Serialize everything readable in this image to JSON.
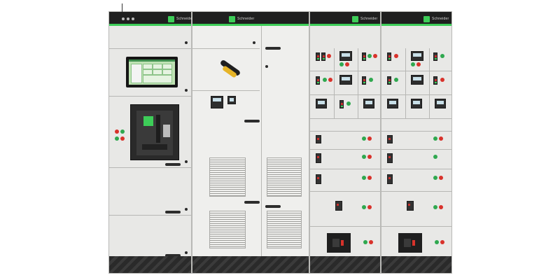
{
  "brand": {
    "name": "Schneider",
    "accent_color": "#3dcd58"
  },
  "scene": {
    "background_color": "#ffffff",
    "cabinet_color": "#e8e8e6",
    "top_band_color": "#1f1f1f",
    "base_color": "#2a2a2a",
    "indicator_colors": {
      "on": "#2fa84f",
      "off": "#d8322b",
      "alarm": "#e6b428"
    }
  },
  "icons": {
    "brand_logo": "schneider-logo-icon",
    "door_lock": "door-lock-icon",
    "rotary_handle": "rotary-handle-icon",
    "ventilation": "louver-grille-icon",
    "indicator": "indicator-lamp-icon"
  },
  "sections": [
    {
      "id": "incomer",
      "contents": [
        "hmi-touchscreen",
        "air-circuit-breaker"
      ]
    },
    {
      "id": "power",
      "contents": [
        "rotary-isolator",
        "power-meter",
        "ventilation-louvers"
      ]
    },
    {
      "id": "mcc-1",
      "contents": [
        "motor-feeder-drawers"
      ]
    },
    {
      "id": "mcc-2",
      "contents": [
        "motor-feeder-drawers"
      ]
    }
  ]
}
